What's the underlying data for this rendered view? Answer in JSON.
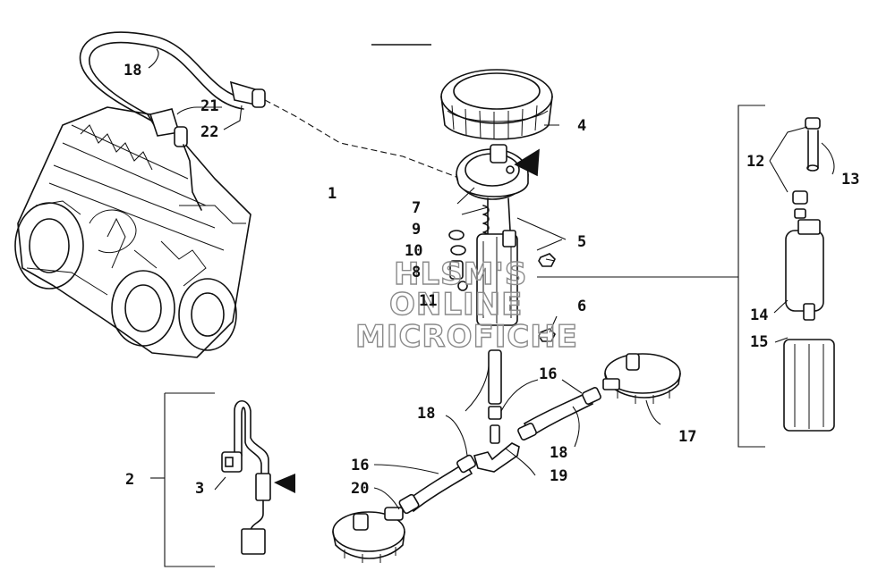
{
  "callouts": {
    "c1": "1",
    "c2": "2",
    "c3": "3",
    "c4": "4",
    "c5": "5",
    "c6": "6",
    "c7": "7",
    "c8": "8",
    "c9": "9",
    "c10": "10",
    "c11": "11",
    "c12": "12",
    "c13": "13",
    "c14": "14",
    "c15": "15",
    "c16a": "16",
    "c16b": "16",
    "c17": "17",
    "c18a": "18",
    "c18b": "18",
    "c18c": "18",
    "c19": "19",
    "c20": "20",
    "c21": "21",
    "c22": "22"
  },
  "watermark": {
    "line1": "HLSM'S",
    "line2": "ONLINE",
    "line3": "MICROFICHE"
  }
}
